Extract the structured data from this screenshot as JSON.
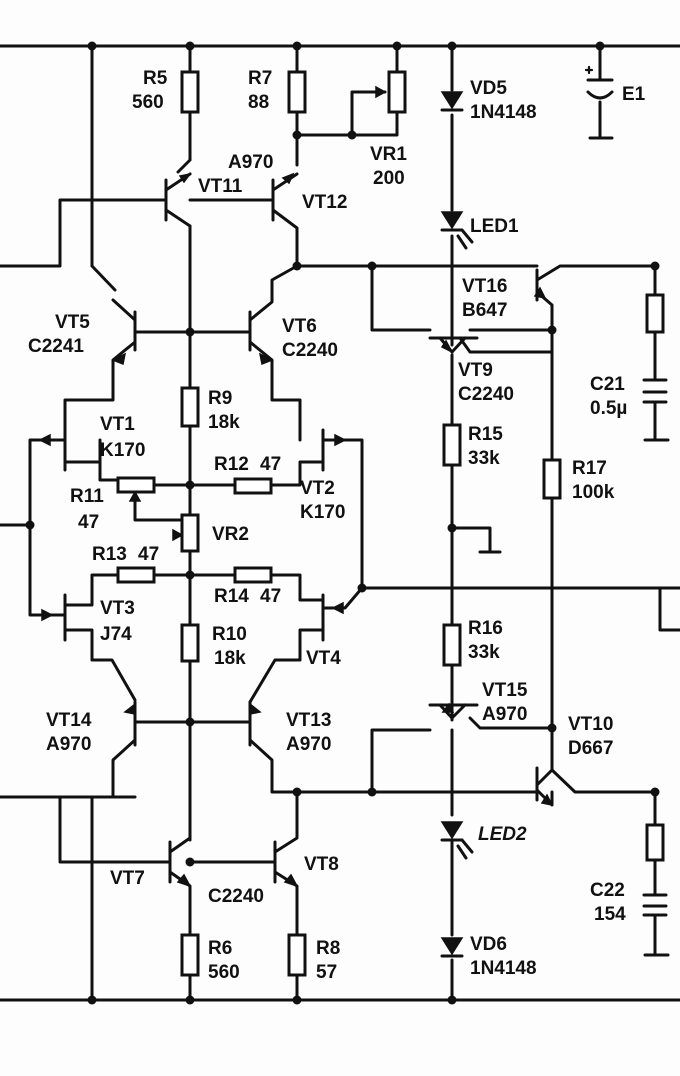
{
  "components": {
    "r5": {
      "ref": "R5",
      "value": "560"
    },
    "r7": {
      "ref": "R7",
      "value": "88"
    },
    "vr1": {
      "ref": "VR1",
      "value": "200"
    },
    "vd5": {
      "ref": "VD5",
      "value": "1N4148"
    },
    "e1": {
      "ref": "E1"
    },
    "vt11": {
      "ref": "VT11",
      "value": "A970"
    },
    "vt12": {
      "ref": "VT12"
    },
    "led1": {
      "ref": "LED1"
    },
    "vt16": {
      "ref": "VT16",
      "value": "B647"
    },
    "vt5": {
      "ref": "VT5",
      "value": "C2241"
    },
    "vt6": {
      "ref": "VT6",
      "value": "C2240"
    },
    "vt9": {
      "ref": "VT9",
      "value": "C2240"
    },
    "c21": {
      "ref": "C21",
      "value": "0.5µ"
    },
    "r9": {
      "ref": "R9",
      "value": "18k"
    },
    "vt1": {
      "ref": "VT1",
      "value": "K170"
    },
    "r12": {
      "ref": "R12",
      "value": "47"
    },
    "r15": {
      "ref": "R15",
      "value": "33k"
    },
    "r17": {
      "ref": "R17",
      "value": "100k"
    },
    "r11": {
      "ref": "R11",
      "value": "47"
    },
    "vt2": {
      "ref": "VT2",
      "value": "K170"
    },
    "vr2": {
      "ref": "VR2"
    },
    "r13": {
      "ref": "R13",
      "value": "47"
    },
    "r14": {
      "ref": "R14",
      "value": "47"
    },
    "vt3": {
      "ref": "VT3",
      "value": "J74"
    },
    "r10": {
      "ref": "R10",
      "value": "18k"
    },
    "vt4": {
      "ref": "VT4"
    },
    "r16": {
      "ref": "R16",
      "value": "33k"
    },
    "vt15": {
      "ref": "VT15",
      "value": "A970"
    },
    "vt14": {
      "ref": "VT14",
      "value": "A970"
    },
    "vt13": {
      "ref": "VT13",
      "value": "A970"
    },
    "vt10": {
      "ref": "VT10",
      "value": "D667"
    },
    "led2": {
      "ref": "LED2"
    },
    "vt7": {
      "ref": "VT7"
    },
    "vt8": {
      "ref": "VT8",
      "value": "C2240"
    },
    "c22": {
      "ref": "C22",
      "value": "154"
    },
    "r6": {
      "ref": "R6",
      "value": "560"
    },
    "r8": {
      "ref": "R8",
      "value": "57"
    },
    "vd6": {
      "ref": "VD6",
      "value": "1N4148"
    }
  }
}
